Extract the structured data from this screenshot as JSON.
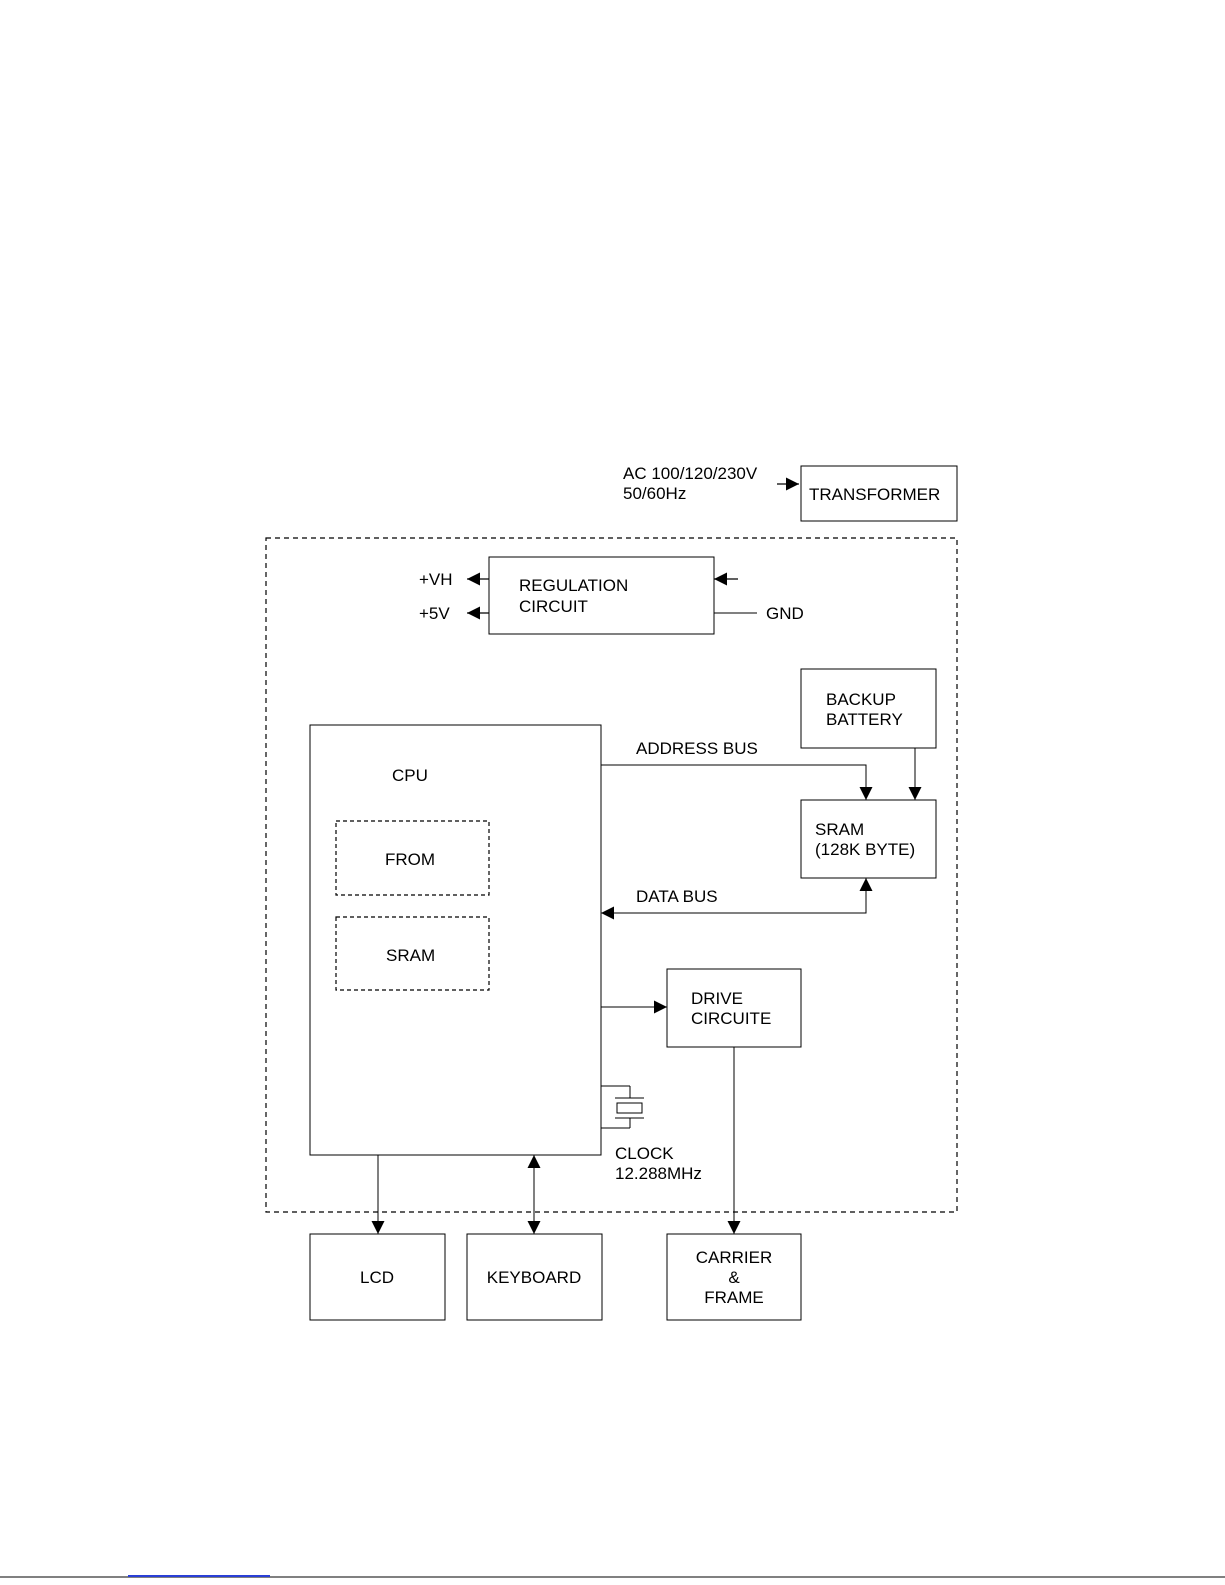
{
  "power_input": {
    "line1": "AC 100/120/230V",
    "line2": "50/60Hz"
  },
  "transformer": {
    "label": "TRANSFORMER"
  },
  "regulation": {
    "line1": "REGULATION",
    "line2": "CIRCUIT",
    "out_vh": "+VH",
    "out_5v": "+5V",
    "gnd": "GND"
  },
  "backup_battery": {
    "line1": "BACKUP",
    "line2": "BATTERY"
  },
  "cpu": {
    "label": "CPU",
    "from": "FROM",
    "sram": "SRAM"
  },
  "buses": {
    "address": "ADDRESS BUS",
    "data": "DATA BUS"
  },
  "sram": {
    "line1": "SRAM",
    "line2": "(128K BYTE)"
  },
  "drive": {
    "line1": "DRIVE",
    "line2": "CIRCUITE"
  },
  "clock": {
    "line1": "CLOCK",
    "line2": "12.288MHz"
  },
  "lcd": {
    "label": "LCD"
  },
  "keyboard": {
    "label": "KEYBOARD"
  },
  "carrier": {
    "line1": "CARRIER",
    "line2": "&",
    "line3": "FRAME"
  },
  "colors": {
    "stroke": "#000000",
    "link": "#2a3fd6",
    "background": "#ffffff"
  }
}
